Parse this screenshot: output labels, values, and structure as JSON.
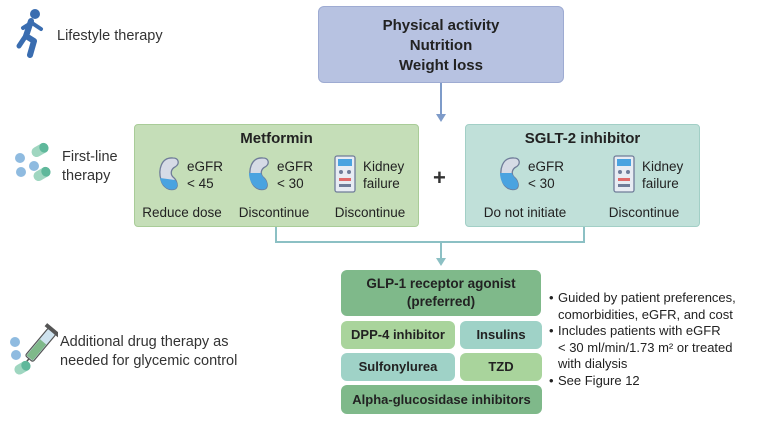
{
  "rows": {
    "lifestyle": {
      "label": "Lifestyle therapy"
    },
    "first_line": {
      "label_line1": "First-line",
      "label_line2": "therapy"
    },
    "additional": {
      "label_line1": "Additional drug therapy as",
      "label_line2": "needed for glycemic control"
    }
  },
  "lifestyle_box": {
    "line1": "Physical activity",
    "line2": "Nutrition",
    "line3": "Weight loss"
  },
  "metformin": {
    "title": "Metformin",
    "items": [
      {
        "icon": "kidney-icon",
        "line1": "eGFR",
        "line2": "< 45",
        "action": "Reduce dose"
      },
      {
        "icon": "kidney-icon",
        "line1": "eGFR",
        "line2": "< 30",
        "action": "Discontinue"
      },
      {
        "icon": "dialysis-machine-icon",
        "line1": "Kidney",
        "line2": "failure",
        "action": "Discontinue"
      }
    ]
  },
  "plus": "+",
  "sglt2": {
    "title": "SGLT-2 inhibitor",
    "items": [
      {
        "icon": "kidney-icon",
        "line1": "eGFR",
        "line2": "< 30",
        "action": "Do not initiate"
      },
      {
        "icon": "dialysis-machine-icon",
        "line1": "Kidney",
        "line2": "failure",
        "action": "Discontinue"
      }
    ]
  },
  "additional_drugs": {
    "glp1_line1": "GLP-1 receptor agonist",
    "glp1_line2": "(preferred)",
    "dpp4": "DPP-4 inhibitor",
    "insulins": "Insulins",
    "sulfonylurea": "Sulfonylurea",
    "tzd": "TZD",
    "alpha": "Alpha-glucosidase inhibitors"
  },
  "notes": {
    "n1_l1": "Guided by patient preferences,",
    "n1_l2": "comorbidities, eGFR, and cost",
    "n2_l1": "Includes patients with eGFR",
    "n2_l2": "< 30 ml/min/1.73 m² or treated",
    "n2_l3": "with dialysis",
    "n3": "See Figure 12"
  },
  "colors": {
    "lifestyle_box": "#b7c2e1",
    "metformin_box": "#c5deb8",
    "sglt2_box": "#c0e0d9",
    "glp1_box": "#7fb98a",
    "light_green": "#a9d49c",
    "light_teal": "#9fd2c7",
    "connector": "#7fb0b8",
    "arrow_blue": "#7e9bc9"
  }
}
